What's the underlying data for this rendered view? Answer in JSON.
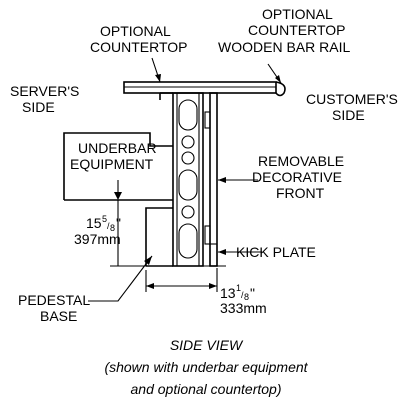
{
  "labels": {
    "optional_countertop": [
      "OPTIONAL",
      "COUNTERTOP"
    ],
    "optional_rail": [
      "OPTIONAL",
      "COUNTERTOP",
      "WOODEN BAR RAIL"
    ],
    "servers_side": [
      "SERVER'S",
      "SIDE"
    ],
    "customers_side": [
      "CUSTOMER'S",
      "SIDE"
    ],
    "underbar_equipment": [
      "UNDERBAR",
      "EQUIPMENT"
    ],
    "removable_front": [
      "REMOVABLE",
      "DECORATIVE",
      "FRONT"
    ],
    "kick_plate": "KICK PLATE",
    "pedestal_base": [
      "PEDESTAL",
      "BASE"
    ]
  },
  "dimensions": {
    "height": {
      "whole": "15",
      "num": "5",
      "den": "8",
      "unit_in": "\"",
      "metric": "397mm"
    },
    "depth": {
      "whole": "13",
      "num": "1",
      "den": "8",
      "unit_in": "\"",
      "metric": "333mm"
    }
  },
  "caption": [
    "SIDE VIEW",
    "(shown with underbar equipment",
    "and optional countertop)"
  ]
}
